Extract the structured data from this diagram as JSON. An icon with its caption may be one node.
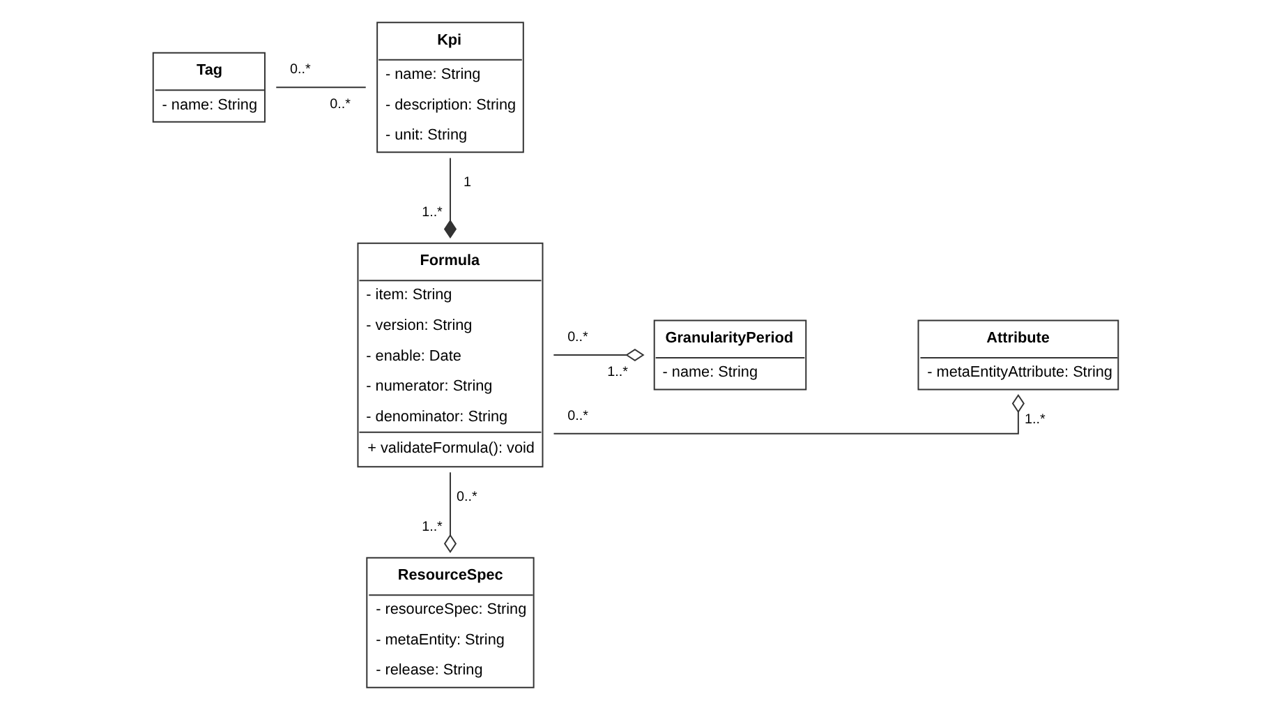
{
  "diagram": {
    "nodes": [
      {
        "text": [
          "Kpi",
          "- name: String",
          "- description: String",
          "- unit: String"
        ]
      },
      {
        "text": [
          "Tag",
          "- name: String"
        ]
      },
      {
        "text": [
          "Attribute",
          "- metaEntityAttribute: String"
        ]
      },
      {
        "text": [
          "GranularityPeriod",
          "- name: String"
        ]
      },
      {
        "text": [
          "Formula",
          "- item: String",
          "- version: String",
          "- enable: Date",
          "- numerator: String",
          "- denominator: String",
          "+ validateFormula(): void"
        ]
      },
      {
        "text": [
          "ResourceSpec",
          "- resourceSpec: String",
          "- metaEntity: String",
          "- release: String"
        ]
      }
    ],
    "edges": [
      {
        "from": 1,
        "to": 0,
        "arrow": "none"
      },
      {
        "from": 0,
        "to": 4,
        "arrow": "other"
      },
      {
        "from": 4,
        "to": 2,
        "arrow": "other"
      },
      {
        "from": 4,
        "to": 3,
        "arrow": "other"
      },
      {
        "from": 4,
        "to": 5,
        "arrow": "other"
      }
    ],
    "labels": [
      "0..*",
      "0..*",
      "1",
      "1..*",
      "1..*",
      "1..*",
      "0..*",
      "0..*",
      "0..*",
      "1..*"
    ]
  }
}
